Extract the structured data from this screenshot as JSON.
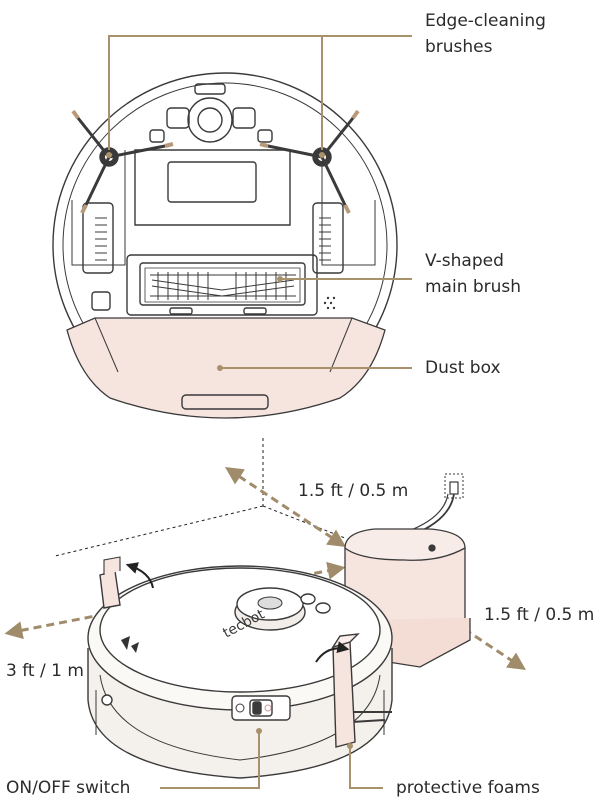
{
  "top_diagram": {
    "labels": {
      "edge_brushes_line1": "Edge-cleaning",
      "edge_brushes_line2": "brushes",
      "main_brush_line1": "V-shaped",
      "main_brush_line2": "main brush",
      "dust_box": "Dust box"
    }
  },
  "bottom_diagram": {
    "labels": {
      "clearance_side_top": "1.5 ft / 0.5 m",
      "clearance_side_right": "1.5 ft / 0.5 m",
      "clearance_front": "3 ft / 1 m",
      "on_off_switch": "ON/OFF switch",
      "protective_foams": "protective foams",
      "brand_text": "tecbot"
    }
  },
  "colors": {
    "callout_line": "#a8926c",
    "outline": "#3a3a3a",
    "pink_fill": "#f6e4df",
    "arrow_dash": "#a08c6a"
  }
}
